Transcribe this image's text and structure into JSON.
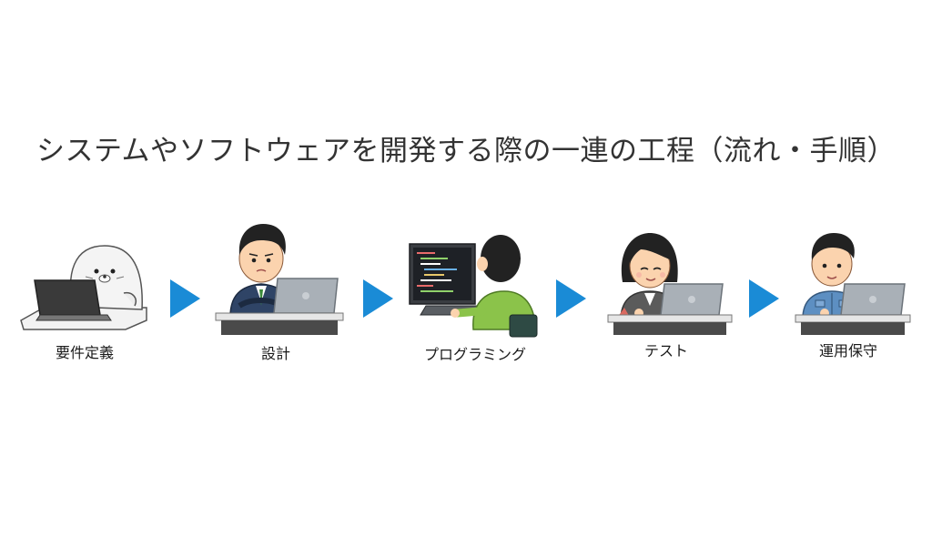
{
  "title": "システムやソフトウェアを開発する際の一連の工程（流れ・手順）",
  "steps": [
    {
      "label": "要件定義",
      "icon": "seal-with-laptop-icon"
    },
    {
      "label": "設計",
      "icon": "businessman-thinking-icon"
    },
    {
      "label": "プログラミング",
      "icon": "programmer-coding-icon"
    },
    {
      "label": "テスト",
      "icon": "woman-testing-icon"
    },
    {
      "label": "運用保守",
      "icon": "engineer-maintenance-icon"
    }
  ],
  "colors": {
    "arrow": "#1a8bd6",
    "title": "#333333",
    "laptop": "#a9b0b7",
    "desk": "#e6e6e6",
    "skin": "#fbd3ae",
    "hair": "#222222"
  }
}
